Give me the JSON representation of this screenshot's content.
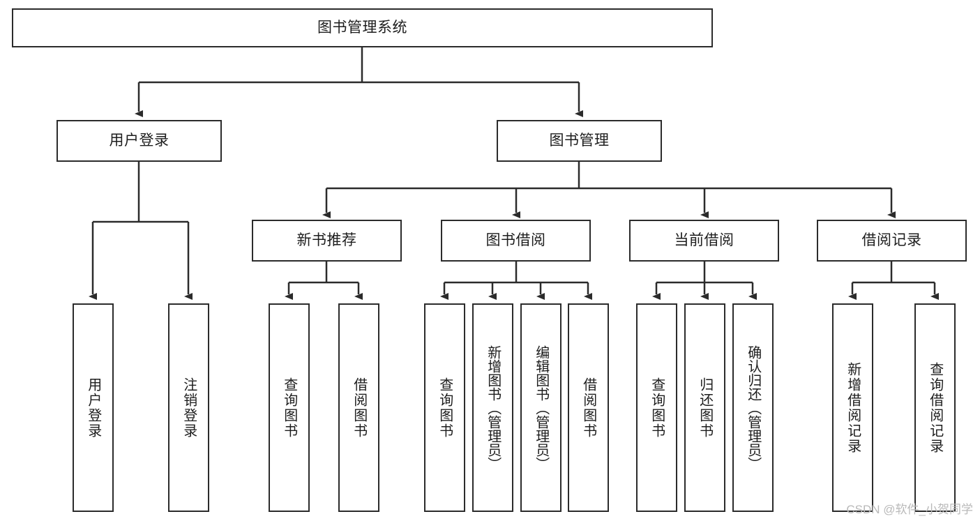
{
  "diagram": {
    "title": "图书管理系统",
    "type": "functional-decomposition-tree",
    "root": {
      "id": "root",
      "label": "图书管理系统"
    },
    "level2": [
      {
        "id": "user-login",
        "label": "用户登录"
      },
      {
        "id": "book-manage",
        "label": "图书管理"
      }
    ],
    "level3": [
      {
        "id": "new-book-recommend",
        "label": "新书推荐"
      },
      {
        "id": "book-borrow",
        "label": "图书借阅"
      },
      {
        "id": "current-borrow",
        "label": "当前借阅"
      },
      {
        "id": "borrow-record",
        "label": "借阅记录"
      }
    ],
    "leaves": [
      {
        "id": "leaf-user-login",
        "label": "用户登录",
        "parent": "用户登录"
      },
      {
        "id": "leaf-logout",
        "label": "注销登录",
        "parent": "用户登录"
      },
      {
        "id": "leaf-query-book-1",
        "label": "查询图书",
        "parent": "新书推荐"
      },
      {
        "id": "leaf-borrow-book-1",
        "label": "借阅图书",
        "parent": "新书推荐"
      },
      {
        "id": "leaf-query-book-2",
        "label": "查询图书",
        "parent": "图书借阅"
      },
      {
        "id": "leaf-add-book",
        "label": "新增图书（管理员）",
        "parent": "图书借阅"
      },
      {
        "id": "leaf-edit-book",
        "label": "编辑图书（管理员）",
        "parent": "图书借阅"
      },
      {
        "id": "leaf-borrow-book-2",
        "label": "借阅图书",
        "parent": "图书借阅"
      },
      {
        "id": "leaf-query-book-3",
        "label": "查询图书",
        "parent": "当前借阅"
      },
      {
        "id": "leaf-return-book",
        "label": "归还图书",
        "parent": "当前借阅"
      },
      {
        "id": "leaf-confirm-return",
        "label": "确认归还（管理员）",
        "parent": "当前借阅"
      },
      {
        "id": "leaf-add-record",
        "label": "新增借阅记录",
        "parent": "借阅记录"
      },
      {
        "id": "leaf-query-record",
        "label": "查询借阅记录",
        "parent": "借阅记录"
      }
    ],
    "watermark": "CSDN @软件_小贺同学",
    "colors": {
      "stroke": "#2b2b2b",
      "background": "#ffffff",
      "text": "#1d1d1d",
      "watermark": "#b9b9b9"
    }
  }
}
